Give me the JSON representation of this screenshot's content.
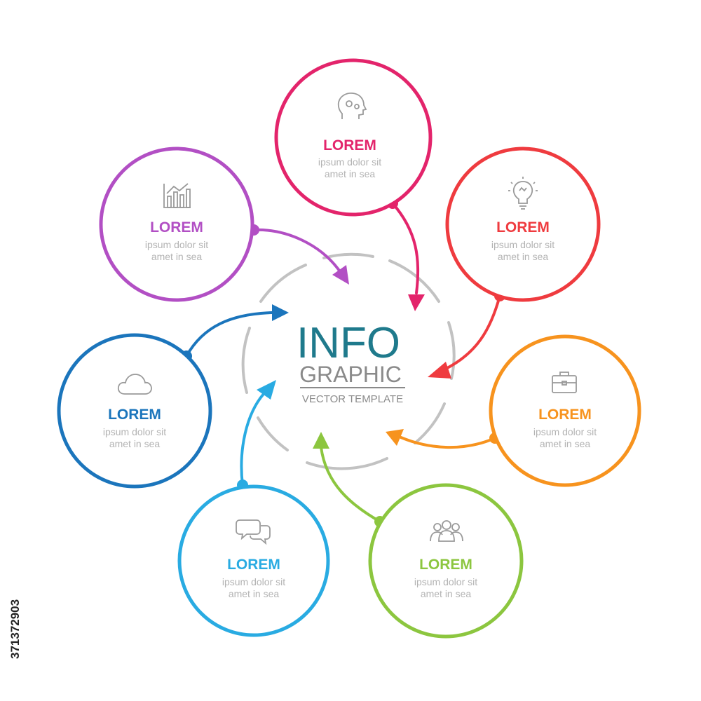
{
  "center": {
    "title": "INFO",
    "subtitle": "GRAPHIC",
    "tagline": "VECTOR TEMPLATE",
    "title_color": "#1f7a8c",
    "subtitle_color": "#8a8a8a",
    "ring_color": "#c2c2c2"
  },
  "nodes": [
    {
      "id": "top",
      "title": "LOREM",
      "line1": "ipsum dolor sit",
      "line2": "amet  in sea",
      "color": "#e3246b",
      "icon": "head-gears-icon"
    },
    {
      "id": "top-right",
      "title": "LOREM",
      "line1": "ipsum dolor sit",
      "line2": "amet  in sea",
      "color": "#ef3b3f",
      "icon": "light-bulb-icon"
    },
    {
      "id": "right",
      "title": "LOREM",
      "line1": "ipsum dolor sit",
      "line2": "amet  in sea",
      "color": "#f7931e",
      "icon": "briefcase-icon"
    },
    {
      "id": "bottom-right",
      "title": "LOREM",
      "line1": "ipsum dolor sit",
      "line2": "amet  in sea",
      "color": "#8cc63f",
      "icon": "people-group-icon"
    },
    {
      "id": "bottom-left",
      "title": "LOREM",
      "line1": "ipsum dolor sit",
      "line2": "amet  in sea",
      "color": "#29abe2",
      "icon": "chat-bubbles-icon"
    },
    {
      "id": "left",
      "title": "LOREM",
      "line1": "ipsum dolor sit",
      "line2": "amet  in sea",
      "color": "#1b75bc",
      "icon": "cloud-icon"
    },
    {
      "id": "top-left",
      "title": "LOREM",
      "line1": "ipsum dolor sit",
      "line2": "amet  in sea",
      "color": "#b24fc4",
      "icon": "bar-chart-icon"
    }
  ],
  "text_color": "#b3b3b3",
  "icon_color": "#9a9a9a",
  "side_id": "371372903"
}
